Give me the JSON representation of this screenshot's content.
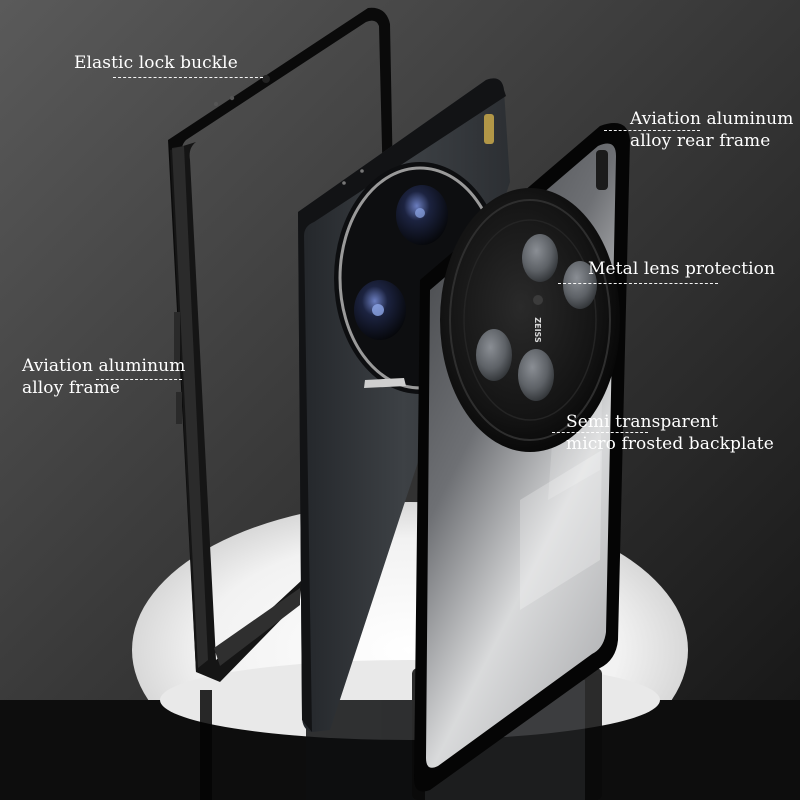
{
  "callouts": {
    "elastic_lock_buckle": {
      "lines": [
        "Elastic lock buckle"
      ]
    },
    "aviation_rear_frame": {
      "lines": [
        "Aviation aluminum",
        "alloy rear frame"
      ]
    },
    "metal_lens_protection": {
      "lines": [
        "Metal lens protection"
      ]
    },
    "aviation_frame": {
      "lines": [
        "Aviation aluminum",
        "alloy frame"
      ]
    },
    "semi_transparent_backplate": {
      "lines": [
        "Semi transparent",
        "micro frosted backplate"
      ]
    }
  },
  "lens_branding": "ZEISS",
  "colors": {
    "label_text": "#ffffff",
    "background_dark": "#1e1e1e",
    "background_mid": "#4a4a4a",
    "spotlight": "#f4f4f4",
    "phone_body": "#3a3d40",
    "frame_metal": "#0c0c0c"
  }
}
